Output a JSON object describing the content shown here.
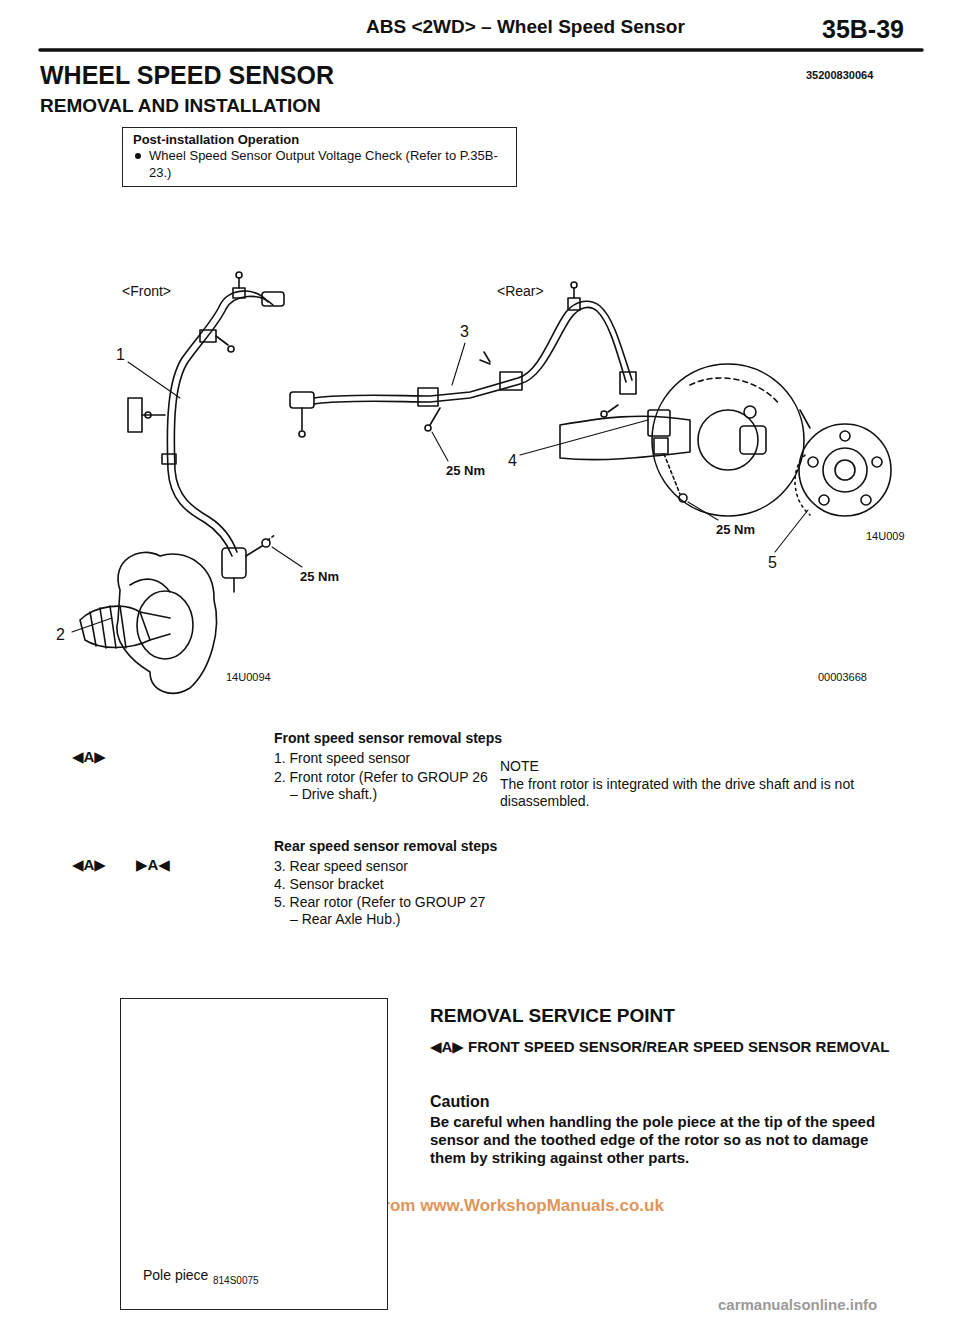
{
  "diagram": {
    "title": "WHEEL SPEED SENSOR",
    "nodes": [
      {
        "text": [
          "Post-installation Operation",
          "Wheel Speed Sensor Output Voltage Check (Refer to P.35B-23.)"
        ]
      },
      {
        "text": [
          "Pole piece",
          "814S0075"
        ]
      }
    ],
    "labels": [
      "ABS <2WD> – Wheel Speed Sensor",
      "35B-39",
      "REMOVAL AND INSTALLATION",
      "35200830064",
      "<Front>",
      "<Rear>",
      "1",
      "3",
      "25 Nm",
      "4",
      "25 Nm",
      "14U009",
      "5",
      "25 Nm",
      "2",
      "14U0094",
      "00003668",
      "Front speed sensor removal steps",
      "◀A▶",
      "1. Front speed sensor",
      "2. Front rotor (Refer to GROUP 26 – Drive shaft.)",
      "NOTE",
      "The front rotor is integrated with the drive shaft and is not disassembled.",
      "Rear speed sensor removal steps",
      "◀A▶",
      "▶A◀",
      "3. Rear speed sensor",
      "4. Sensor bracket",
      "5. Rear rotor (Refer to GROUP 27 – Rear Axle Hub.)",
      "REMOVAL SERVICE POINT",
      "◀A▶",
      "FRONT SPEED SENSOR/REAR SPEED SENSOR REMOVAL",
      "Caution",
      "Be careful when handling the pole piece at the tip of the speed sensor and the toothed edge of the rotor so as not to damage them by striking against other parts.",
      "Purchased from www.WorkshopManuals.co.uk",
      "carmanualsonline.info"
    ]
  }
}
